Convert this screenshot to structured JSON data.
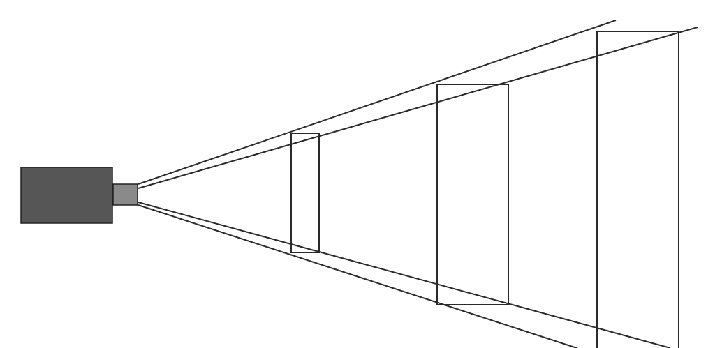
{
  "diagram": {
    "colors": {
      "camera_body": "#565656",
      "lens": "#8a8a8a",
      "outline": "#222222",
      "lines": "#2a2a2a",
      "background": "#ffffff"
    },
    "components": [
      "camera-body",
      "camera-lens",
      "viewing-rays",
      "field-of-view-frames"
    ],
    "frame_count": 3
  }
}
